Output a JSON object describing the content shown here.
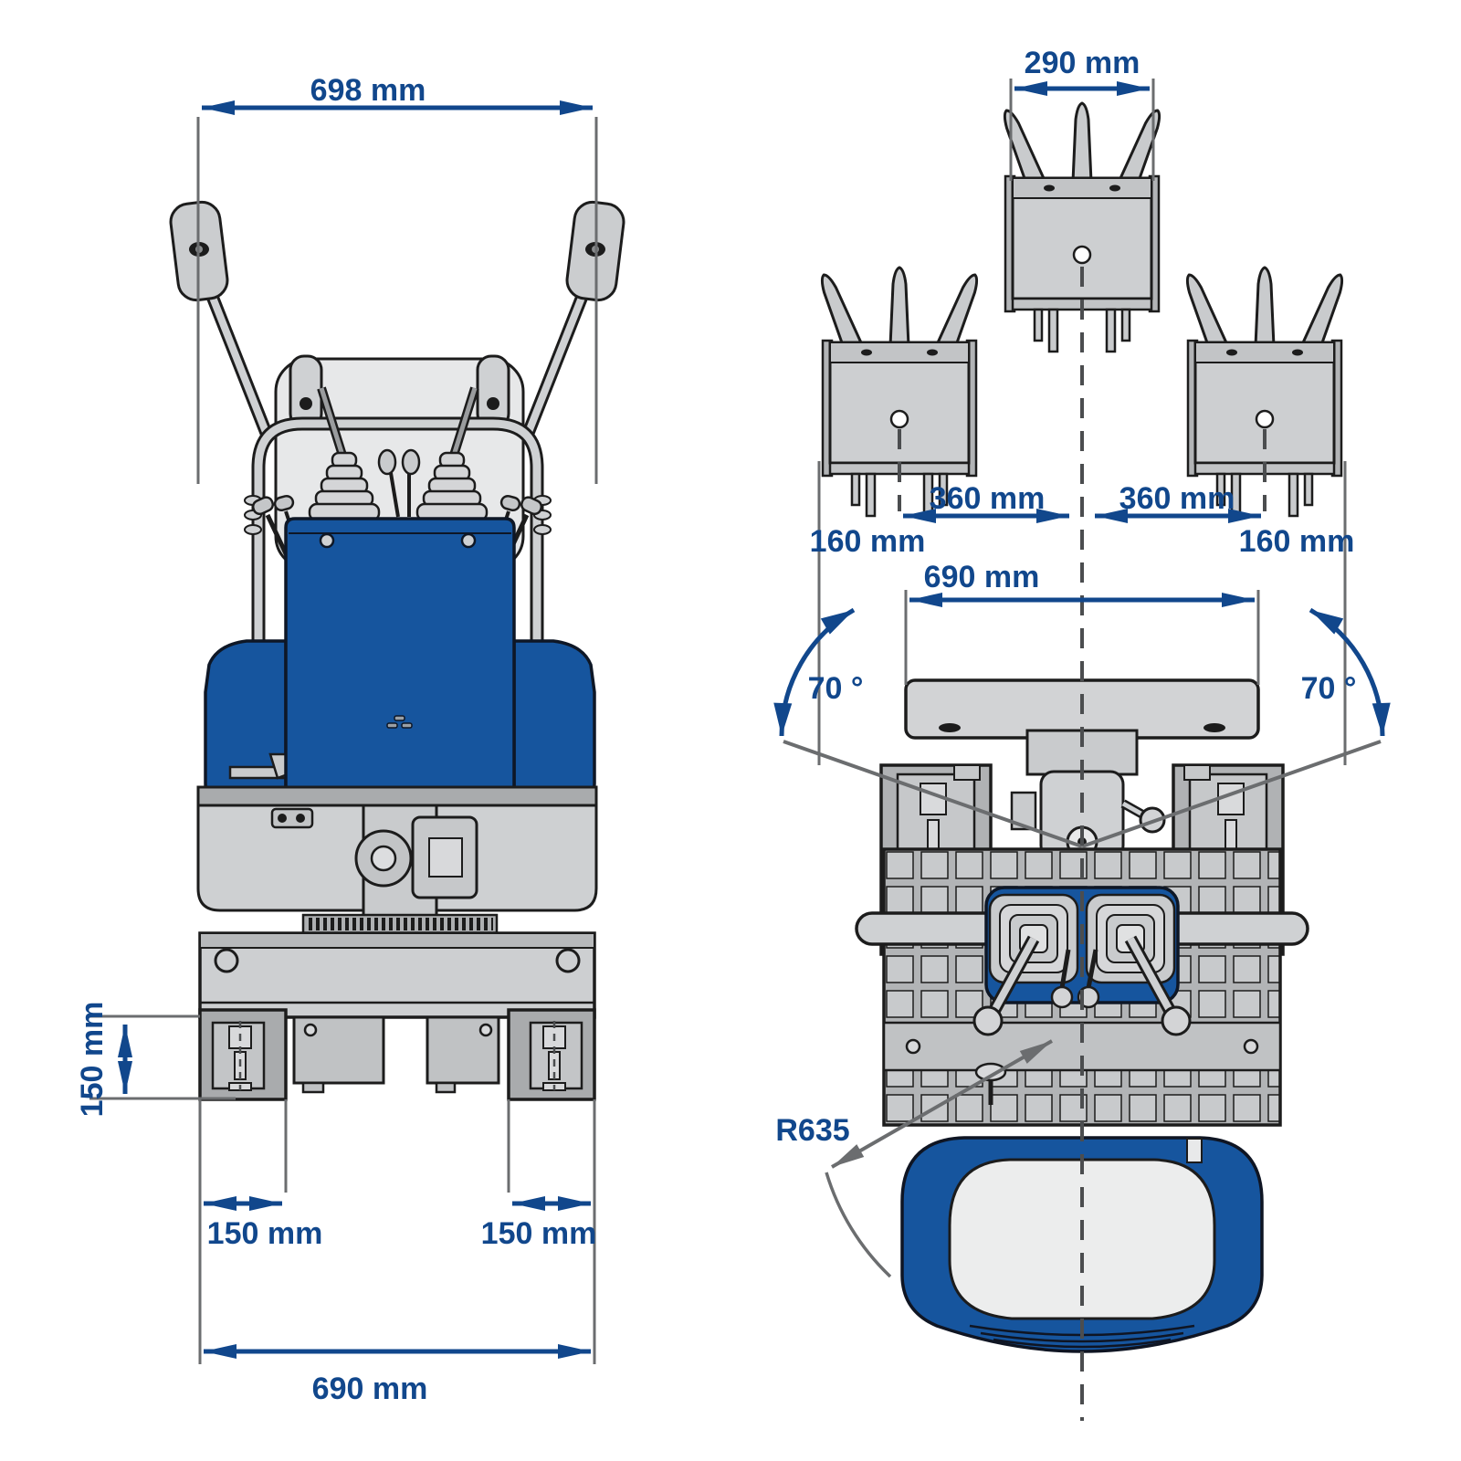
{
  "colors": {
    "dimension_navy": "#11478c",
    "machine_blue": "#16559e",
    "light_gray": "#cdcfd1",
    "medium_gray": "#b0b2b4",
    "aux_line_gray": "#6b6d6f",
    "outline_black": "#1c1c1c",
    "background": "#ffffff"
  },
  "front_view": {
    "dims": {
      "overall_width": "698 mm",
      "blade_width": "690 mm",
      "track_width_left": "150 mm",
      "track_width_right": "150 mm",
      "track_height": "150 mm"
    }
  },
  "top_view": {
    "dims": {
      "bucket_width": "290 mm",
      "bucket_offset_left": "360 mm",
      "bucket_offset_right": "360 mm",
      "bucket_clearance_left": "160 mm",
      "bucket_clearance_right": "160 mm",
      "carriage_width": "690 mm",
      "swing_angle_left": "70 °",
      "swing_angle_right": "70 °",
      "turning_radius": "R635"
    }
  }
}
